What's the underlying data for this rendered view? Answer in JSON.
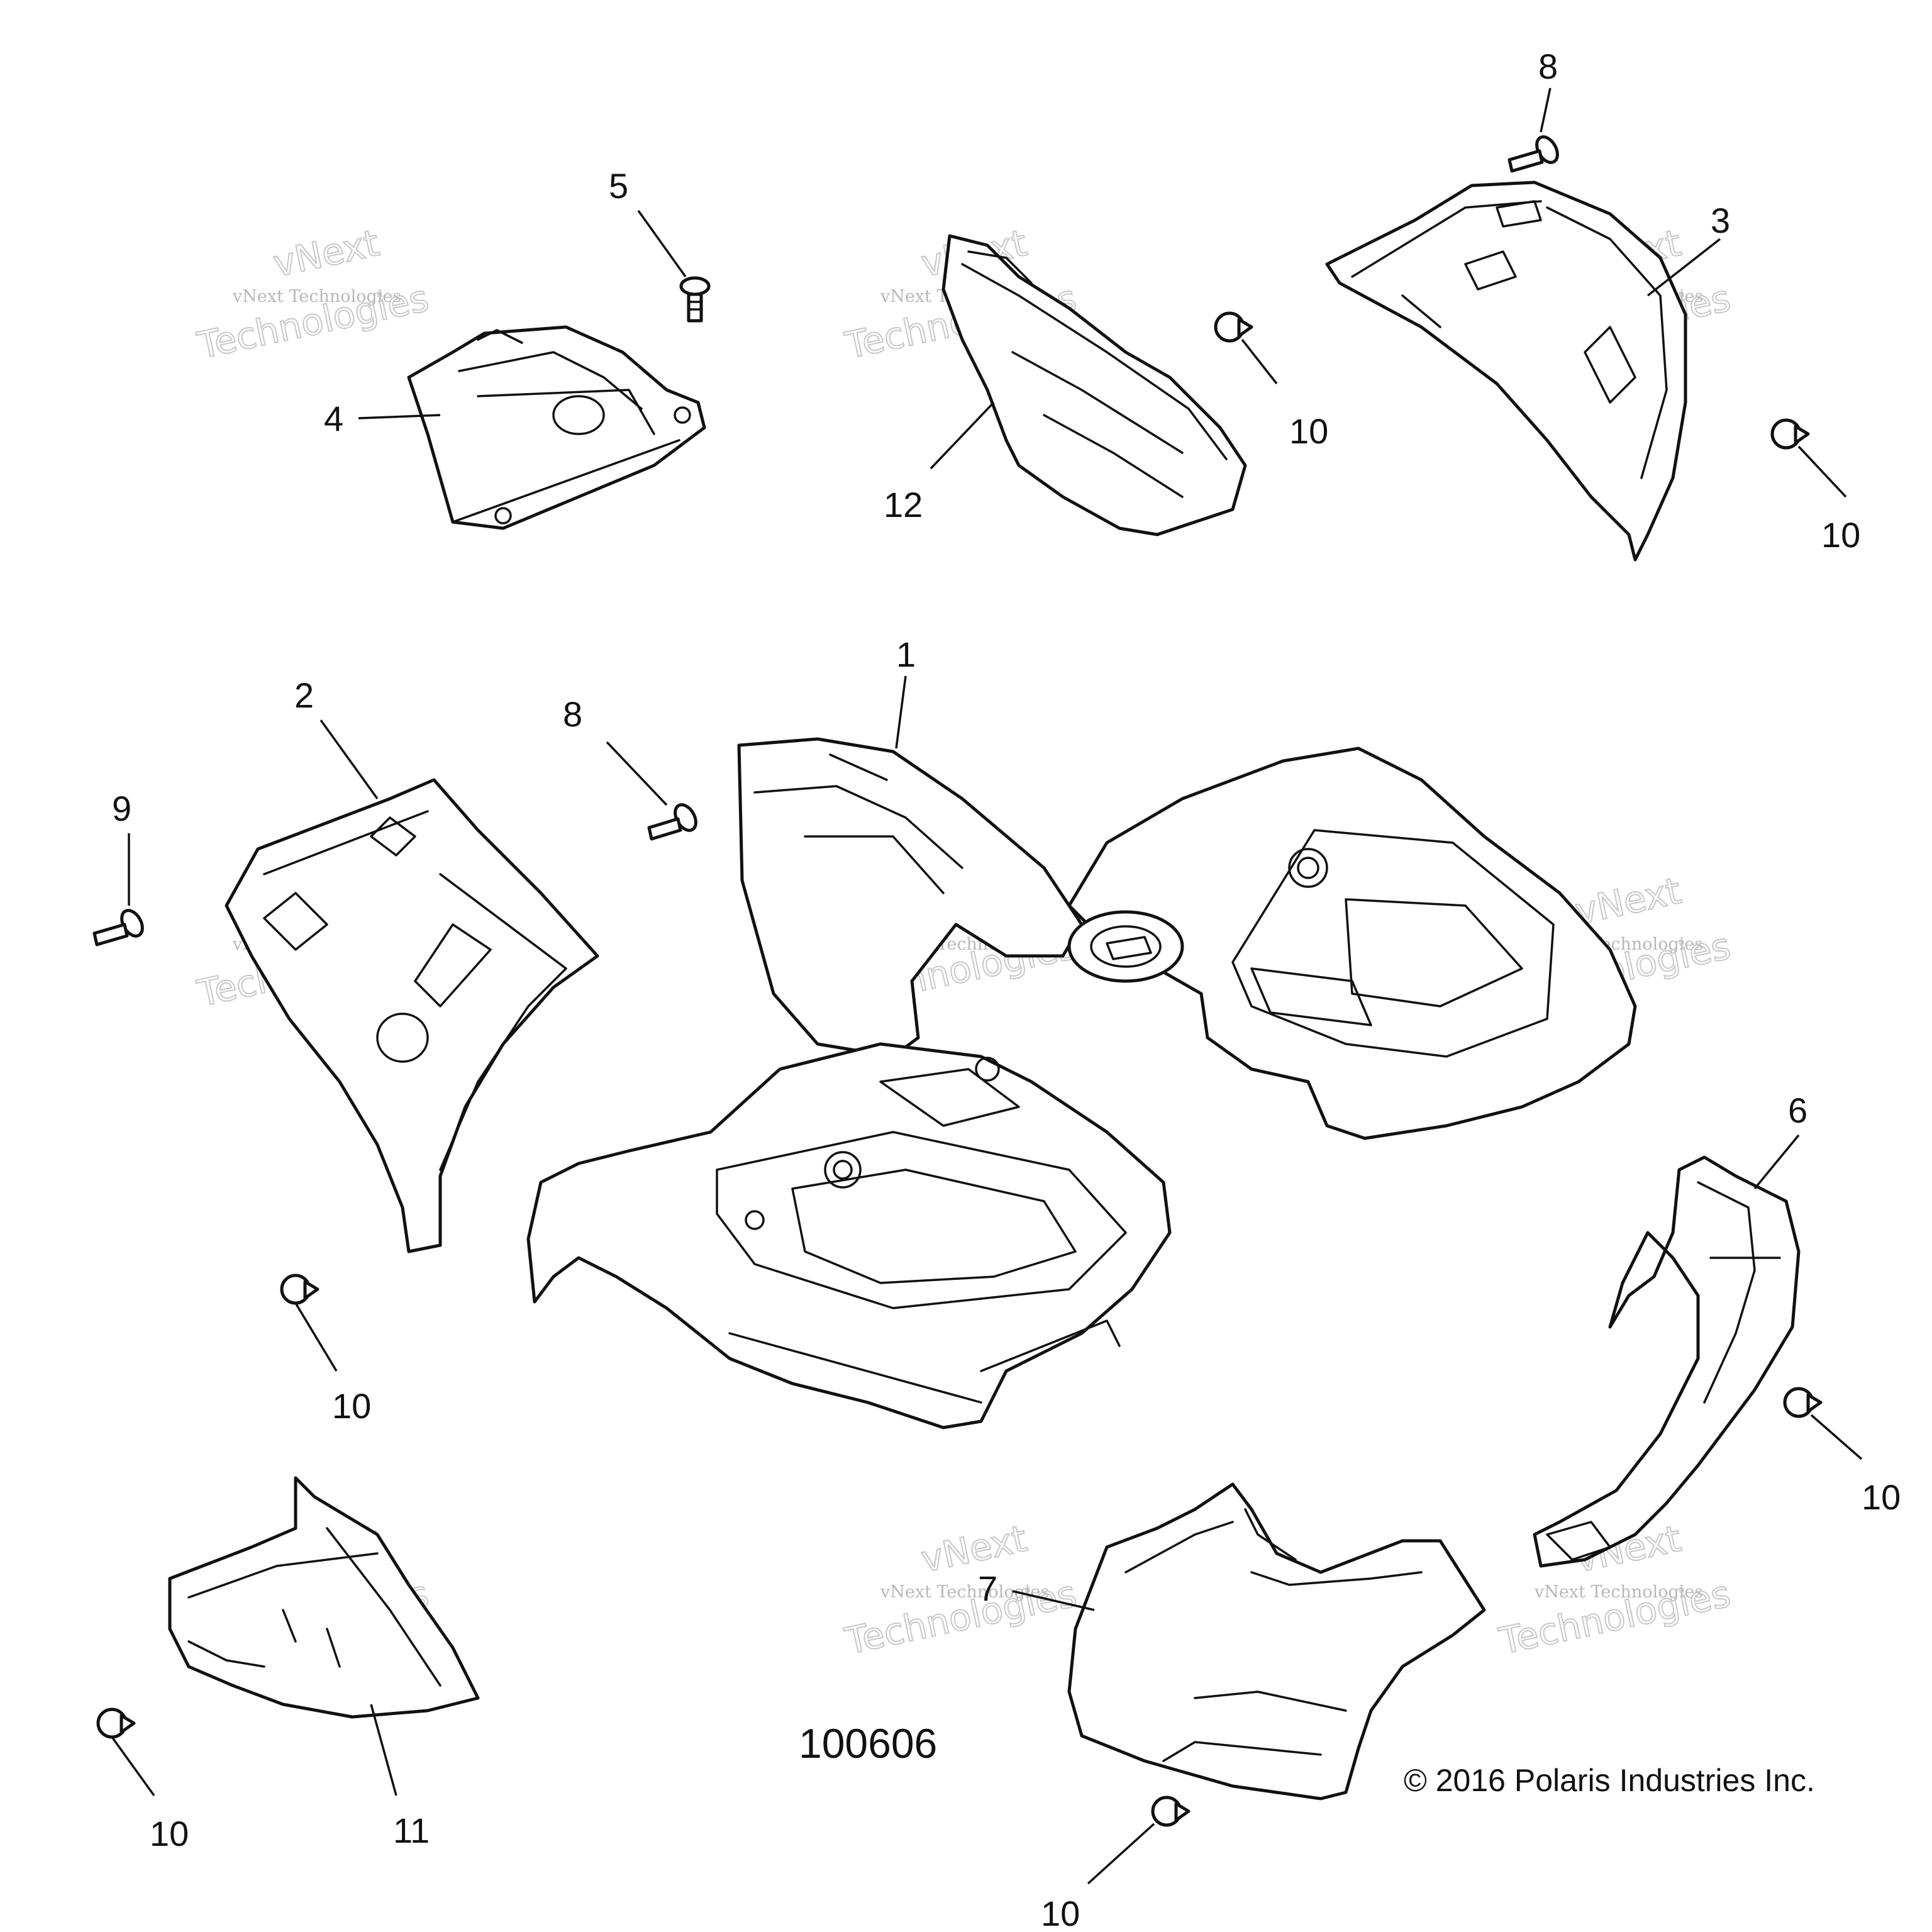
{
  "diagram": {
    "figure_id": "100606",
    "copyright": "© 2016 Polaris Industries Inc.",
    "watermark": {
      "line_small": "vNext Technologies",
      "word_top": "vNext",
      "word_bottom": "Technologies"
    },
    "callouts": {
      "c1": "1",
      "c2": "2",
      "c3": "3",
      "c4": "4",
      "c5": "5",
      "c6": "6",
      "c7": "7",
      "c8a": "8",
      "c8b": "8",
      "c9": "9",
      "c10a": "10",
      "c10b": "10",
      "c10c": "10",
      "c10d": "10",
      "c10e": "10",
      "c10f": "10",
      "c11": "11",
      "c12": "12"
    }
  }
}
